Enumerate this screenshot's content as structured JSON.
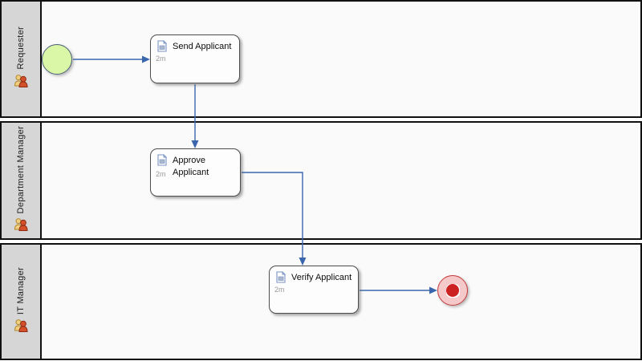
{
  "diagram": {
    "type": "bpmn-swimlane-flow",
    "lanes": [
      {
        "label": "Requester",
        "icon": "people-icon"
      },
      {
        "label": "Department Manager",
        "icon": "people-icon"
      },
      {
        "label": "IT Manager",
        "icon": "people-icon"
      }
    ],
    "tasks": [
      {
        "label": "Send Applicant",
        "duration": "2m",
        "lane": "Requester",
        "icon": "document-icon"
      },
      {
        "label": "Approve Applicant",
        "duration": "2m",
        "lane": "Department Manager",
        "icon": "document-icon"
      },
      {
        "label": "Verify Applicant",
        "duration": "2m",
        "lane": "IT Manager",
        "icon": "document-icon"
      }
    ],
    "events": [
      {
        "type": "start",
        "lane": "Requester"
      },
      {
        "type": "end",
        "lane": "IT Manager"
      }
    ],
    "flows": [
      {
        "from": "start-event",
        "to": "Send Applicant"
      },
      {
        "from": "Send Applicant",
        "to": "Approve Applicant"
      },
      {
        "from": "Approve Applicant",
        "to": "Verify Applicant"
      },
      {
        "from": "Verify Applicant",
        "to": "end-event"
      }
    ],
    "colors": {
      "lane_header_bg": "#d6d6d6",
      "lane_body_bg": "#fafafa",
      "lane_border": "#111111",
      "start_event_fill": "#d9f7a6",
      "start_event_border": "#4b6078",
      "end_event_fill": "#f5c9c9",
      "end_event_border": "#c43a3a",
      "end_event_dot": "#cc2222",
      "flow_color": "#3a66ad",
      "task_border": "#4d4d4d",
      "task_bg": "#fdfdfd"
    }
  }
}
